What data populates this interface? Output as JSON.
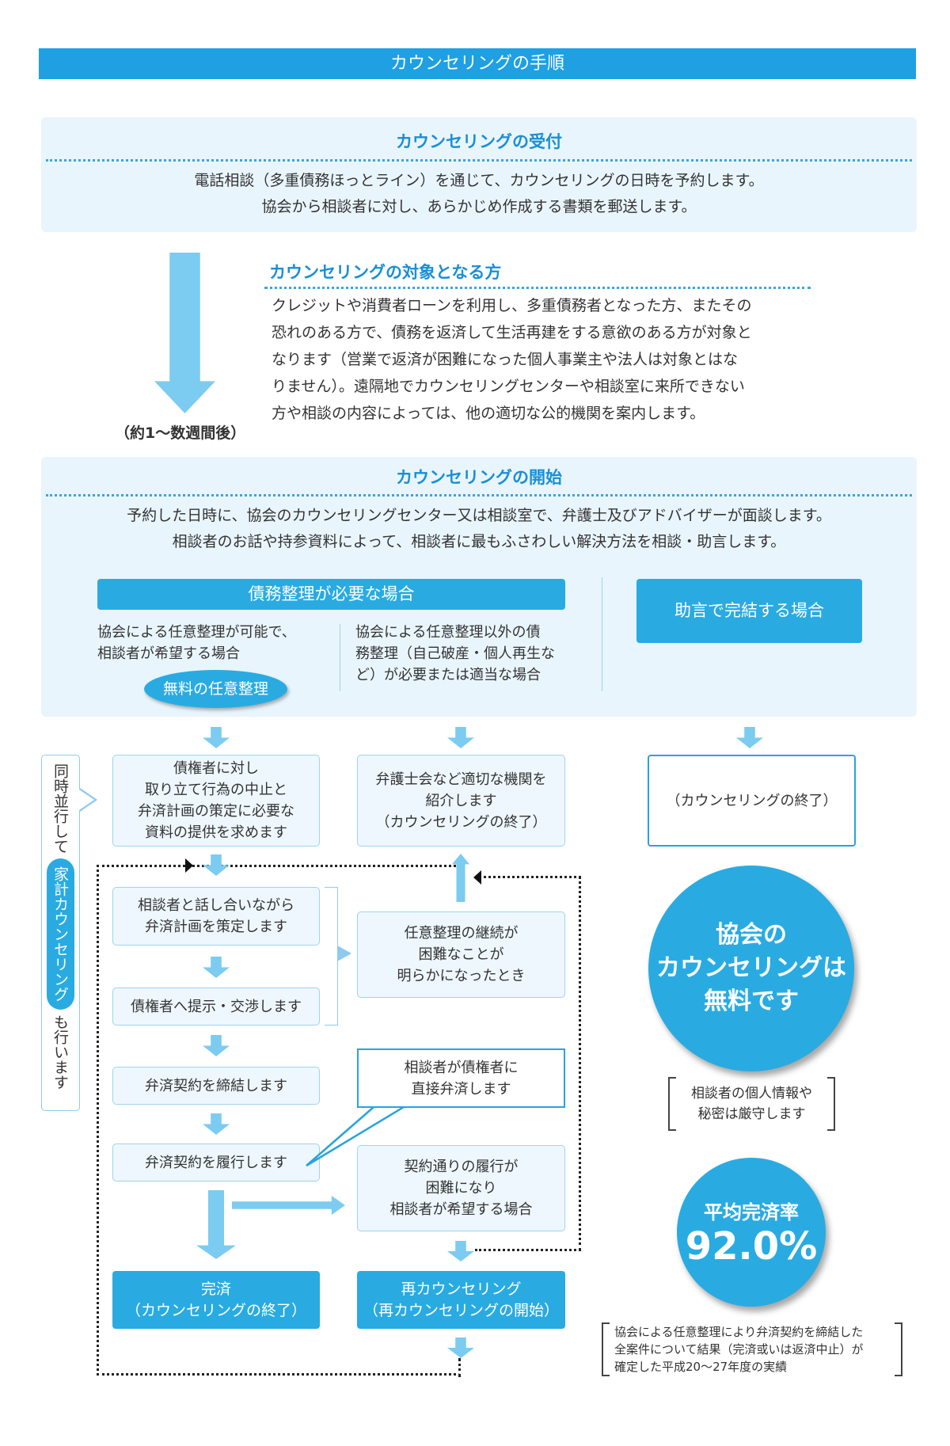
{
  "header": {
    "title": "カウンセリングの手順"
  },
  "reception": {
    "title": "カウンセリングの受付",
    "lines": [
      "電話相談（多重債務ほっとライン）を通じて、カウンセリングの日時を予約します。",
      "協会から相談者に対し、あらかじめ作成する書類を郵送します。"
    ]
  },
  "wait_label": "（約1～数週間後）",
  "target": {
    "title": "カウンセリングの対象となる方",
    "lines": [
      "クレジットや消費者ローンを利用し、多重債務者となった方、またその",
      "恐れのある方で、債務を返済して生活再建をする意欲のある方が対象と",
      "なります（営業で返済が困難になった個人事業主や法人は対象とはな",
      "りません）。遠隔地でカウンセリングセンターや相談室に来所できない",
      "方や相談の内容によっては、他の適切な公的機関を案内します。"
    ]
  },
  "start": {
    "title": "カウンセリングの開始",
    "lines": [
      "予約した日時に、協会のカウンセリングセンター又は相談室で、弁護士及びアドバイザーが面談します。",
      "相談者のお話や持参資料によって、相談者に最もふさわしい解決方法を相談・助言します。"
    ]
  },
  "debt_needed": {
    "label": "債務整理が必要な場合",
    "left": [
      "協会による任意整理が可能で、",
      "相談者が希望する場合"
    ],
    "free_badge": "無料の任意整理",
    "right": [
      "協会による任意整理以外の債",
      "務整理（自己破産・個人再生な",
      "ど）が必要または適当な場合"
    ]
  },
  "advice_only": "助言で完結する場合",
  "side_note": {
    "before": "同時並行して",
    "highlight": "家計カウンセリング",
    "after": "も行います"
  },
  "flow": {
    "request": [
      "債権者に対し",
      "取り立て行為の中止と",
      "弁済計画の策定に必要な",
      "資料の提供を求めます"
    ],
    "plan": [
      "相談者と話し合いながら",
      "弁済計画を策定します"
    ],
    "negotiate": "債権者へ提示・交渉します",
    "contract": "弁済契約を締結します",
    "perform": "弁済契約を履行します",
    "done": [
      "完済",
      "（カウンセリングの終了）"
    ],
    "refer": [
      "弁護士会など適切な機関を",
      "紹介します",
      "（カウンセリングの終了）"
    ],
    "difficult": [
      "任意整理の継続が",
      "困難なことが",
      "明らかになったとき"
    ],
    "direct": [
      "相談者が債権者に",
      "直接弁済します"
    ],
    "trouble": [
      "契約通りの履行が",
      "困難になり",
      "相談者が希望する場合"
    ],
    "recounsel": [
      "再カウンセリング",
      "（再カウンセリングの開始）"
    ],
    "end": "（カウンセリングの終了）"
  },
  "free_circle": [
    "協会の",
    "カウンセリングは",
    "無料です"
  ],
  "privacy": [
    "相談者の個人情報や",
    "秘密は厳守します"
  ],
  "rate": {
    "label": "平均完済率",
    "value": "92.0%"
  },
  "footnote": [
    "協会による任意整理により弁済契約を締結した",
    "全案件について結果（完済或いは返済中止）が",
    "確定した平成20～27年度の実績"
  ]
}
